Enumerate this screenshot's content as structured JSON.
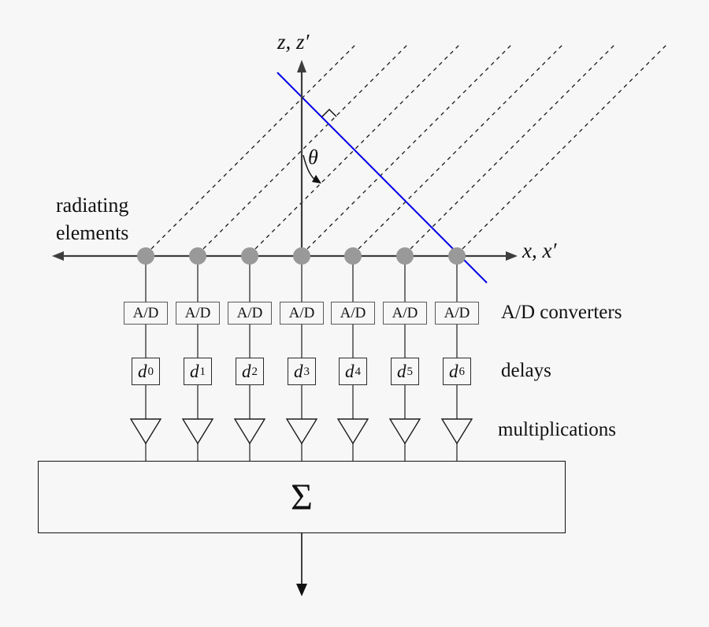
{
  "axes": {
    "z_label": "z, z′",
    "x_label": "x, x′",
    "theta_label": "θ"
  },
  "left_label": {
    "line1": "radiating",
    "line2": "elements"
  },
  "rows": {
    "ad": {
      "boxes": [
        "A/D",
        "A/D",
        "A/D",
        "A/D",
        "A/D",
        "A/D",
        "A/D"
      ],
      "label": "A/D converters"
    },
    "delays": {
      "boxes": [
        {
          "base": "d",
          "sub": "0"
        },
        {
          "base": "d",
          "sub": "1"
        },
        {
          "base": "d",
          "sub": "2"
        },
        {
          "base": "d",
          "sub": "3"
        },
        {
          "base": "d",
          "sub": "4"
        },
        {
          "base": "d",
          "sub": "5"
        },
        {
          "base": "d",
          "sub": "6"
        }
      ],
      "label": "delays"
    },
    "multiplications": {
      "label": "multiplications"
    },
    "summation": {
      "symbol": "Σ"
    }
  },
  "colors": {
    "wavefront": "#0000e6",
    "element_dot": "#999999",
    "line": "#3d3d3d",
    "background": "#f7f7f7"
  }
}
